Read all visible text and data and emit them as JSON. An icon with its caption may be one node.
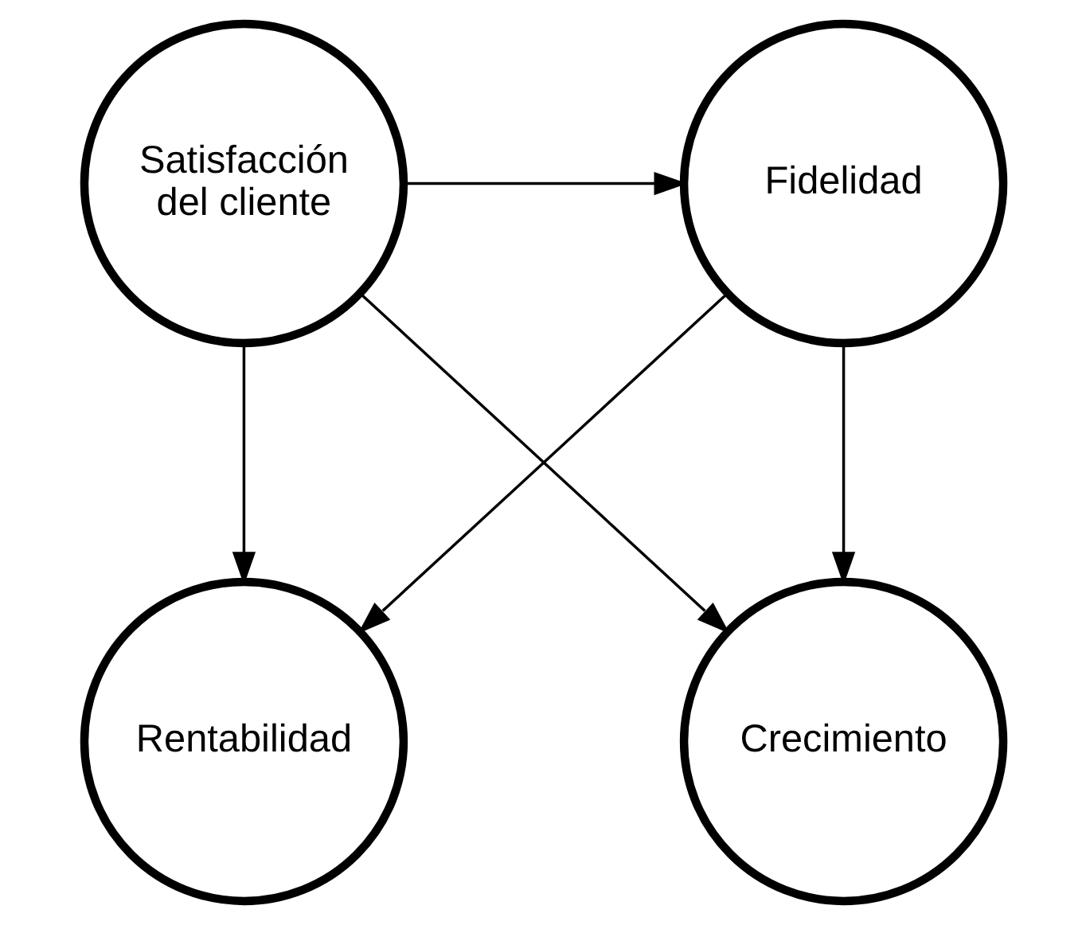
{
  "diagram": {
    "nodes": [
      {
        "text": [
          "Satisfacción del cliente"
        ]
      },
      {
        "text": [
          "Fidelidad"
        ]
      },
      {
        "text": [
          "Rentabilidad"
        ]
      },
      {
        "text": [
          "Crecimiento"
        ]
      }
    ],
    "edges": [
      {
        "from": 0,
        "to": 1,
        "arrow": "to"
      },
      {
        "from": 0,
        "to": 2,
        "arrow": "to"
      },
      {
        "from": 0,
        "to": 3,
        "arrow": "to"
      },
      {
        "from": 1,
        "to": 2,
        "arrow": "to"
      },
      {
        "from": 1,
        "to": 3,
        "arrow": "to"
      }
    ]
  }
}
